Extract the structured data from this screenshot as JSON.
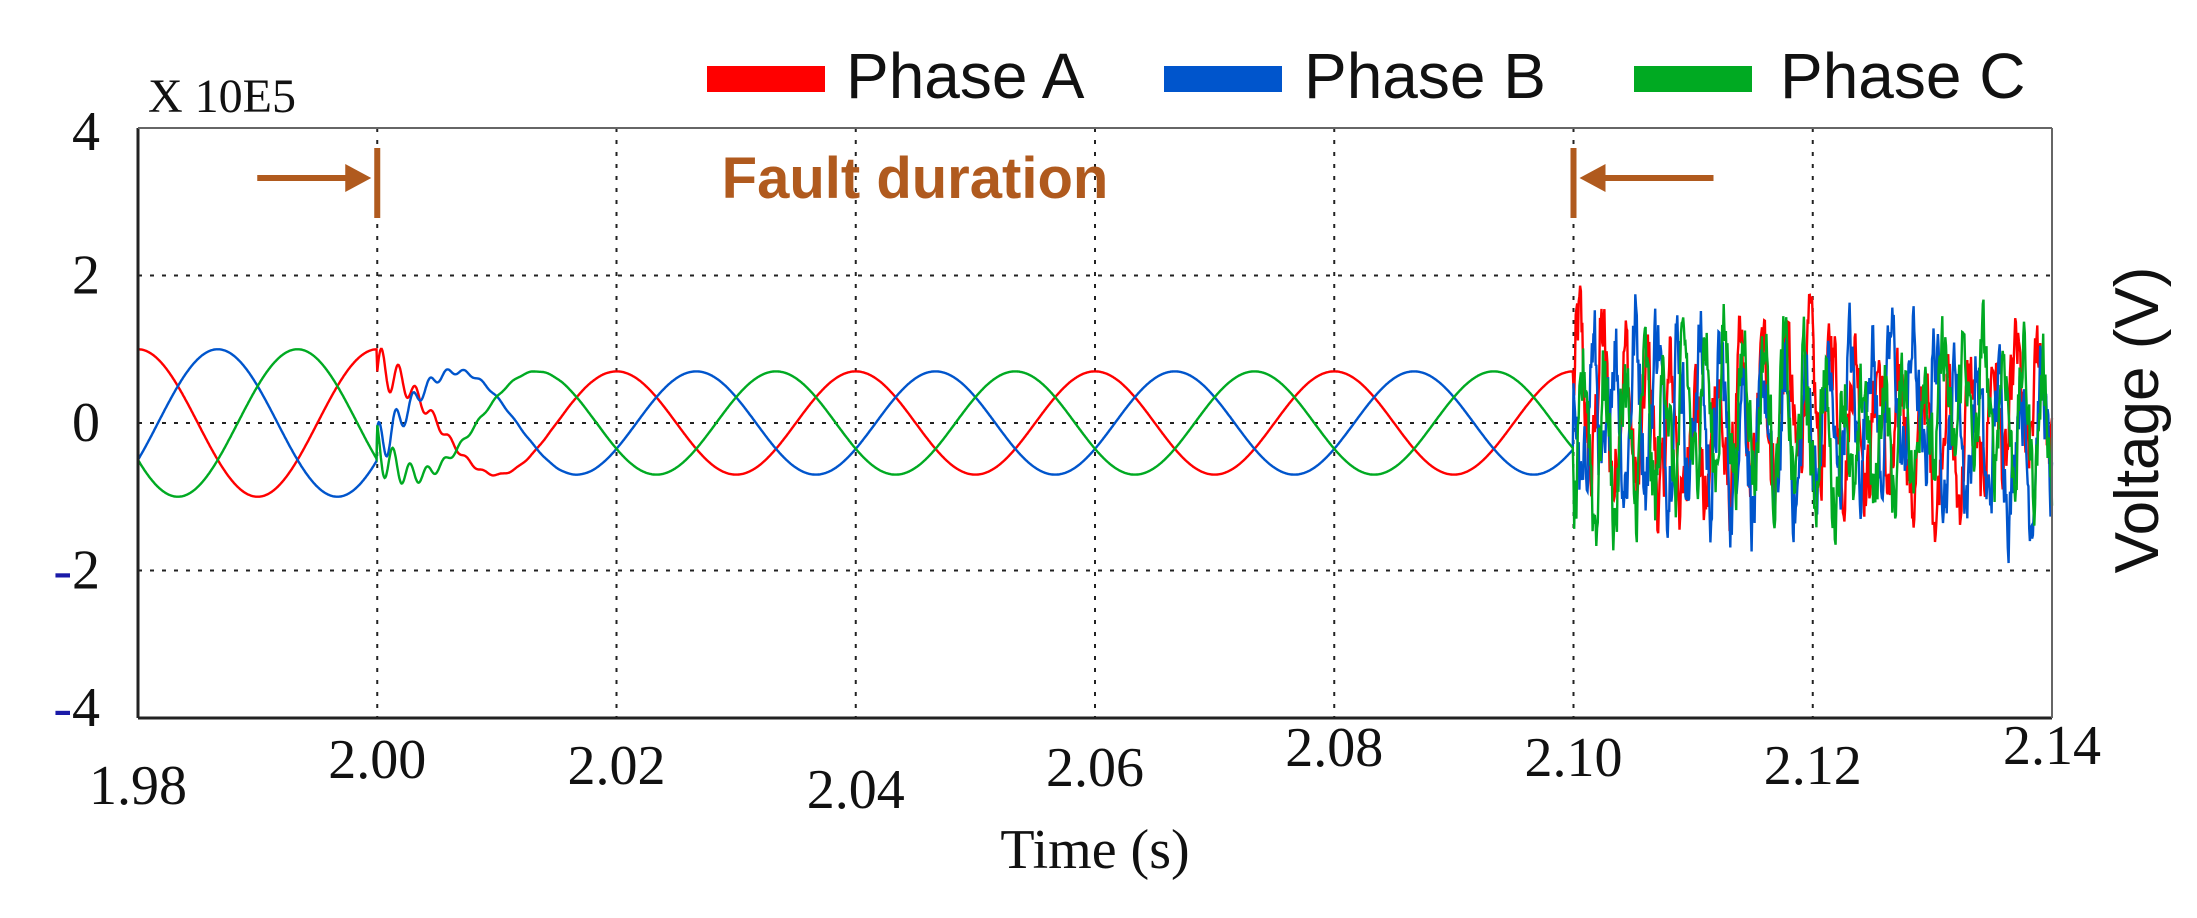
{
  "chart_data": {
    "type": "line",
    "multiplier_label": "X 10E5",
    "xlabel": "Time (s)",
    "ylabel": "Voltage (V)",
    "xlim": [
      1.98,
      2.14
    ],
    "ylim": [
      -4,
      4
    ],
    "x_ticks": [
      "1.98",
      "2.00",
      "2.02",
      "2.04",
      "2.06",
      "2.08",
      "2.10",
      "2.12",
      "2.14"
    ],
    "x_tick_values": [
      1.98,
      2.0,
      2.02,
      2.04,
      2.06,
      2.08,
      2.1,
      2.12,
      2.14
    ],
    "y_ticks": [
      "4",
      "2",
      "0",
      "-2",
      "-4"
    ],
    "y_tick_values": [
      4,
      2,
      0,
      -2,
      -4
    ],
    "grid": true,
    "legend_position": "top-right",
    "annotation": {
      "text": "Fault duration",
      "fault_start": 2.0,
      "fault_end": 2.1,
      "color": "#b05a1e"
    },
    "series": [
      {
        "name": "Phase A",
        "color": "#ff0000",
        "pre_amplitude": 1.0,
        "fault_amplitude": 0.7,
        "post_amplitude": 1.8,
        "phase_deg": 0
      },
      {
        "name": "Phase B",
        "color": "#0055cc",
        "pre_amplitude": 1.0,
        "fault_amplitude": 0.7,
        "post_amplitude": 1.9,
        "phase_deg": -120
      },
      {
        "name": "Phase C",
        "color": "#00aa22",
        "pre_amplitude": 1.0,
        "fault_amplitude": 0.7,
        "post_amplitude": 1.8,
        "phase_deg": 120
      }
    ],
    "frequency_hz": 50
  }
}
